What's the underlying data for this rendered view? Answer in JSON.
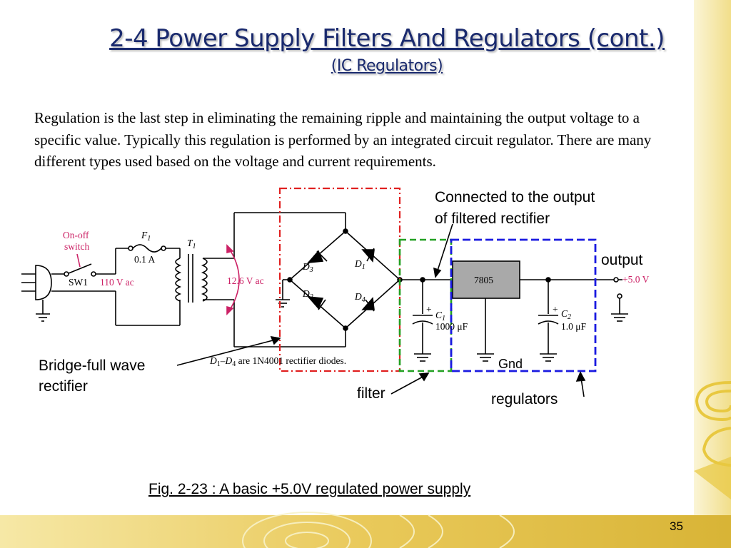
{
  "slide": {
    "title": "2-4 Power Supply Filters And Regulators (cont.)",
    "subtitle": "(IC Regulators)",
    "body": "Regulation is the last step in eliminating the remaining ripple and maintaining the output voltage to a specific value. Typically this regulation is performed by an integrated circuit regulator. There are many different types used based on the voltage and current requirements.",
    "caption": "Fig. 2-23 : A basic +5.0V regulated power supply",
    "page_number": "35"
  },
  "annotations": {
    "connected_line1": "Connected to the output",
    "connected_line2": "of filtered rectifier",
    "output": "output",
    "bridge_line1": "Bridge-full wave",
    "bridge_line2": "rectifier",
    "filter": "filter",
    "regulators": "regulators",
    "gnd": "Gnd"
  },
  "circuit": {
    "switch_label_line1": "On-off",
    "switch_label_line2": "switch",
    "switch_ref": "SW1",
    "input_voltage": "110 V ac",
    "fuse_ref": "F",
    "fuse_ref_sub": "1",
    "fuse_rating": "0.1 A",
    "transformer_ref": "T",
    "transformer_ref_sub": "1",
    "secondary_voltage": "12.6 V ac",
    "d1": "D",
    "d1_sub": "1",
    "d2": "D",
    "d2_sub": "2",
    "d3": "D",
    "d3_sub": "3",
    "d4": "D",
    "d4_sub": "4",
    "diode_note_d1": "D",
    "diode_note_d1_sub": "1",
    "diode_note_dash": "–",
    "diode_note_d4": "D",
    "diode_note_d4_sub": "4",
    "diode_note_rest": " are 1N4001 rectifier diodes.",
    "regulator_ic": "7805",
    "c1_ref": "C",
    "c1_sub": "1",
    "c1_value": "1000 μF",
    "c2_ref": "C",
    "c2_sub": "2",
    "c2_value": "1.0 μF",
    "plus": "+",
    "output_voltage": "+5.0 V"
  },
  "colors": {
    "title": "#1a2a6e",
    "circuit_accent": "#cc2266",
    "bridge_box": "#e02020",
    "filter_box": "#22a022",
    "regulator_box": "#1a1ae0",
    "ic_fill": "#a9a9a9",
    "decor_gold": "#e8c840"
  }
}
